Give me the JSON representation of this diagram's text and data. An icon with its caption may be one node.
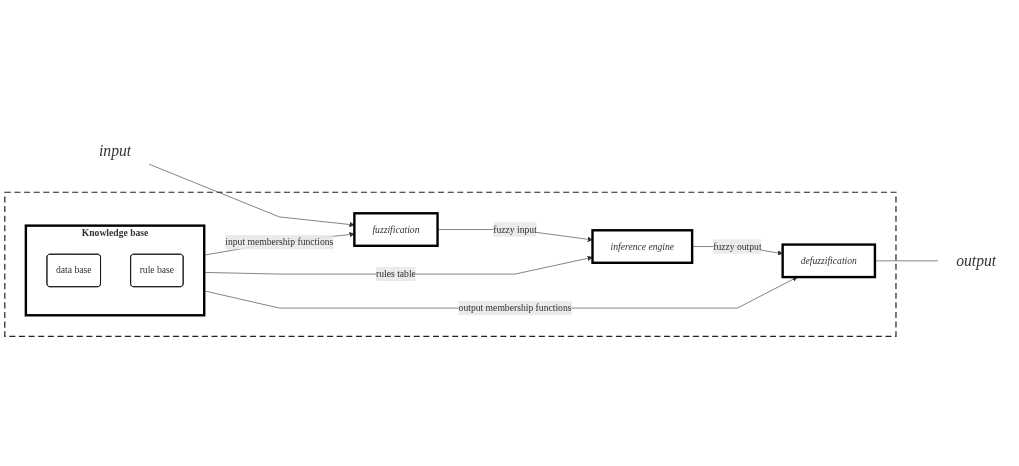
{
  "diagram": {
    "nodes": [
      {
        "text": [],
        "shape": "box"
      },
      {
        "text": [
          "Knowledge base"
        ],
        "in": 0
      },
      {
        "text": [
          "data base"
        ],
        "in": 1
      },
      {
        "text": [
          "rule base"
        ],
        "in": 1
      },
      {
        "text": [
          "fuzzification"
        ],
        "in": 0
      },
      {
        "text": [
          "inference engine"
        ],
        "in": 0
      },
      {
        "text": [
          "defuzzification"
        ],
        "in": 0
      },
      {
        "text": [
          "input"
        ]
      },
      {
        "text": [
          "output"
        ]
      }
    ],
    "edges": [
      {
        "from": 7,
        "to": 4,
        "arrow": "to"
      },
      {
        "from": 4,
        "to": 5,
        "label": "fuzzy input",
        "arrow": "to"
      },
      {
        "from": 5,
        "to": 6,
        "label": "fuzzy output",
        "arrow": "to"
      },
      {
        "from": 6,
        "to": 8,
        "arrow": "none"
      },
      {
        "from": 1,
        "to": 4,
        "label": "input membership functions",
        "arrow": "to"
      },
      {
        "from": 1,
        "to": 5,
        "label": "rules table",
        "arrow": "to"
      },
      {
        "from": 1,
        "to": 6,
        "label": "output membership functions",
        "arrow": "to"
      }
    ]
  }
}
